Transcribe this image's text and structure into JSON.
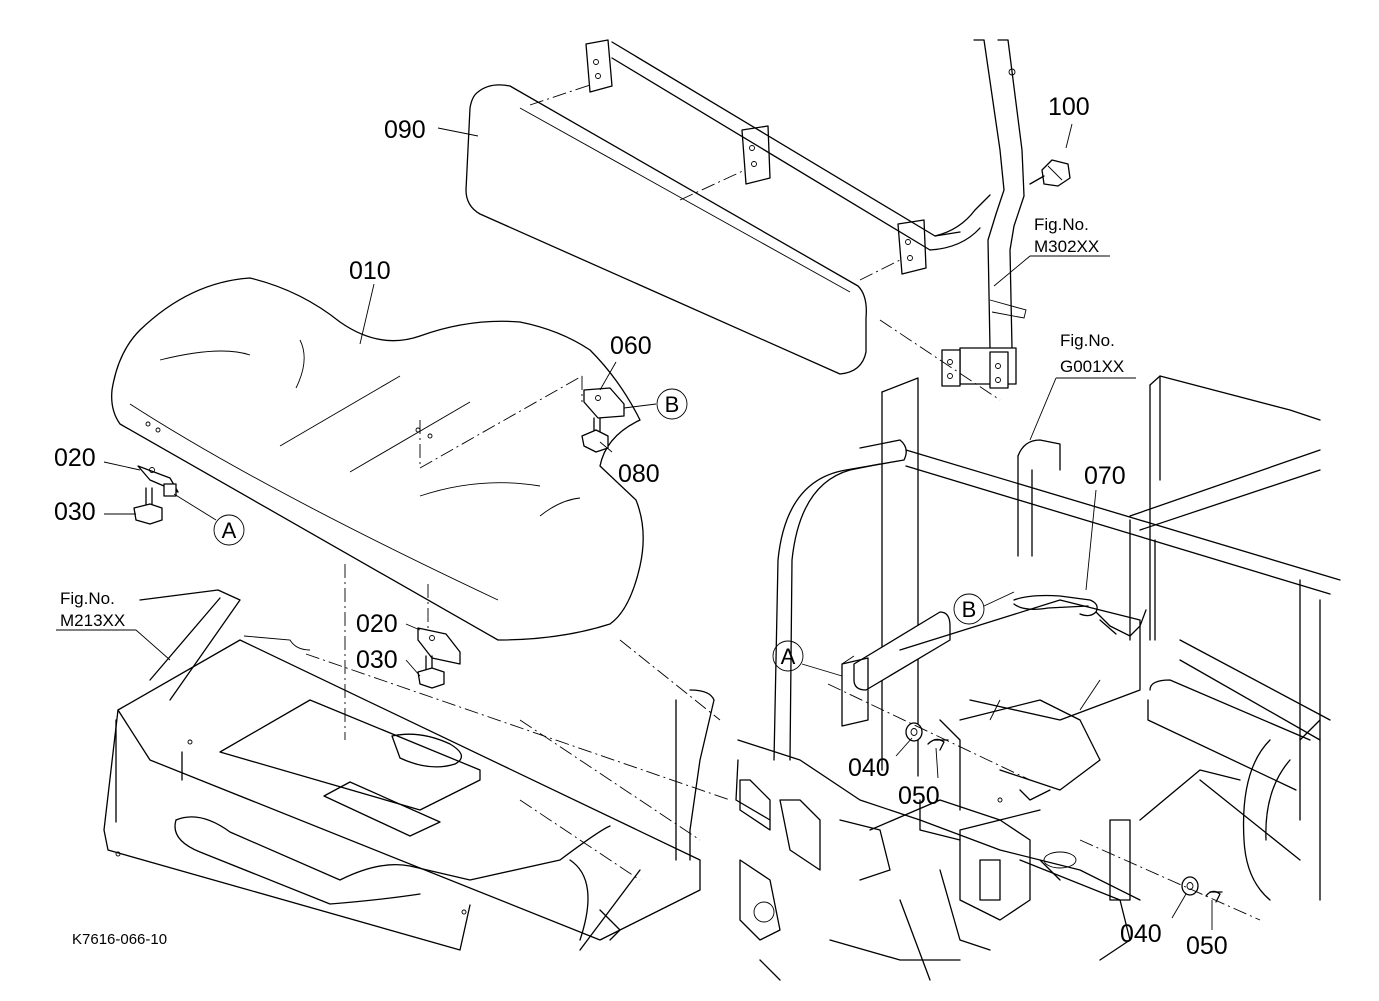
{
  "parts": {
    "p090": "090",
    "p100": "100",
    "p010": "010",
    "p060": "060",
    "p020a": "020",
    "p030a": "030",
    "p080": "080",
    "p070": "070",
    "p020b": "020",
    "p030b": "030",
    "p040a": "040",
    "p050a": "050",
    "p040b": "040",
    "p050b": "050"
  },
  "references": {
    "m302_label": "Fig.No.",
    "m302_code": "M302XX",
    "g001_label": "Fig.No.",
    "g001_code": "G001XX",
    "m213_label": "Fig.No.",
    "m213_code": "M213XX"
  },
  "markers": {
    "a_left": "A",
    "b_left": "B",
    "b_right": "B",
    "a_right": "A"
  },
  "drawing_code": "K7616-066-10",
  "colors": {
    "line": "#000000",
    "background": "#ffffff"
  }
}
